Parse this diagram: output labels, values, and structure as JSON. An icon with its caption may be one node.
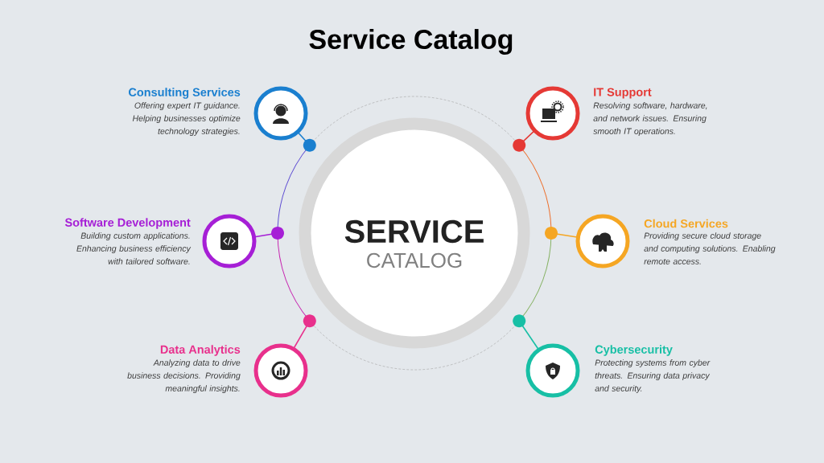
{
  "diagram": {
    "title": "Service Catalog",
    "nodes": [
      {
        "text": [
          "SERVICE",
          "CATALOG"
        ]
      },
      {
        "text": [
          "Consulting Services",
          "Offering expert IT guidance. Helping businesses optimize technology strategies."
        ]
      },
      {
        "text": [
          "Software Development",
          "Building custom applications. Enhancing business efficiency with tailored software."
        ]
      },
      {
        "text": [
          "Data Analytics",
          "Analyzing data to drive business decisions. Providing meaningful insights."
        ]
      },
      {
        "text": [
          "IT Support",
          "Resolving software, hardware, and network issues. Ensuring smooth IT operations."
        ]
      },
      {
        "text": [
          "Cloud Services",
          "Providing secure cloud storage and computing solutions. Enabling remote access."
        ]
      },
      {
        "text": [
          "Cybersecurity",
          "Protecting systems from cyber threats. Ensuring data privacy and security."
        ]
      }
    ]
  }
}
